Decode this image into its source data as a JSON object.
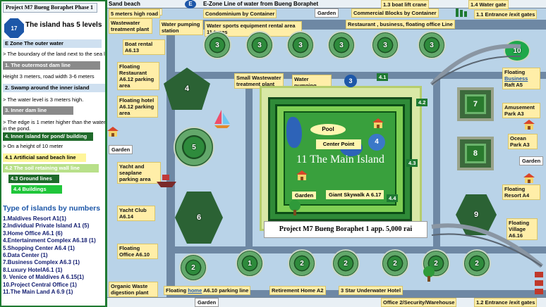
{
  "left_panel": {
    "header": "Project M7 Bueng Boraphet Phase 1",
    "badge_number": "17",
    "levels_title": "The island has 5 levels",
    "items": [
      {
        "text": "E Zone The outer water",
        "style": "blue"
      },
      {
        "text": "> The boundary of the land next to the sea line",
        "style": "plain"
      },
      {
        "text": "1. The outermost dam line",
        "style": "gray"
      },
      {
        "text": "Height 3 meters, road width 3-6 meters",
        "style": "plain"
      },
      {
        "text": "2. Swamp around the inner island",
        "style": "blue"
      },
      {
        "text": "> The water level is 3 meters high.",
        "style": "plain"
      },
      {
        "text": "3. Inner dam line",
        "style": "gray"
      },
      {
        "text": "> The edge is 1 meter higher than the water line",
        "style": "plain"
      },
      {
        "text": "in the pond.",
        "style": "plain"
      },
      {
        "text": "4. Inner island for pond/ building",
        "style": "darkgreen"
      },
      {
        "text": "> On a height of 10 meter",
        "style": "plain"
      },
      {
        "text": "4.1 Artificial sand beach line",
        "style": "yellow"
      },
      {
        "text": "4.2 The soil retaining wall line",
        "style": "lightgreen"
      },
      {
        "text": "4.3 Ground lines",
        "style": "green"
      },
      {
        "text": "4.4 Buildings",
        "style": "brightgreen"
      }
    ],
    "types_title": "Type of islands by numbers",
    "types": [
      "1.Maldives Resort A1(1)",
      "2.Individual Private Island A1 (5)",
      "3.Home Office A6.1 (6)",
      "4.Entertainment Complex A6.18 (1)",
      "5.Shopping Center A6.4 (1)",
      "6.Data Center (1)",
      "7.Business Complex A6.3 (1)",
      "8.Luxury HotelA6.1 (1)",
      "9. Venice of Maldives A 6.15(1)",
      "10.Project Central Office (1)",
      "11.The Main Land A 6.9 (1)"
    ]
  },
  "top_bar": {
    "sand_beach": "Sand beach",
    "e_marker": "E",
    "ezone": "E-Zone Line of water from Bueng Boraphet",
    "boat_lift": "1.3 boat lift crane",
    "water_gate": "1.4 Water gate"
  },
  "labels": {
    "five_m_road": "5 meters high road",
    "condominium": "Condominium by Container",
    "garden_top": "Garden",
    "commercial": "Commercial Blocks by Container",
    "entrance_top": "1.1 Entrance /exit gates",
    "wastewater_top": "Wastewater treatment plant",
    "water_pump_top": "Water pumping station",
    "water_sports": "Water sports equipment rental area 11 types",
    "restaurant_line": "Restaurant , business, floating office Line",
    "boat_rental": "Boat rental A6.13",
    "floating_restaurant": "Floating Restaurant A6.12 parking area",
    "small_wastewater": "Small Wastewater treatment plant",
    "water_pump_mid": "Water pumping station",
    "floating_hotel": "Floating hotel A6.12 parking area",
    "floating_business_pre": "Floating",
    "floating_business_link": "Business",
    "floating_business_post": "Raft A5",
    "amusement": "Amusement Park A3",
    "ocean_park": "Ocean Park A3",
    "garden_left": "Garden",
    "garden_right": "Garden",
    "yacht_seaplane": "Yacht and seaplane parking area",
    "floating_resort": "Floating Resort A4",
    "yacht_club": "Yacht Club A6.14",
    "floating_village": "Floating Village A6.16",
    "floating_office": "Floating Office A6.10",
    "organic_waste": "Organic Waste digestion plant",
    "floating_home_pre": "Floating",
    "floating_home_link": "home",
    "floating_home_post": "A6.10 parking line",
    "retirement": "Retirement Home A2",
    "underwater_hotel": "3 Star Underwater Hotel",
    "garden_bottom": "Garden",
    "office_security": "Office 2/Security/Warehouse",
    "entrance_bottom": "1.2 Entrance /exit gates",
    "pool": "Pool",
    "center_point": "Center Point",
    "main_island": "11 The Main Island",
    "garden_island": "Garden",
    "skywalk": "Giant Skywalk A 6.17",
    "project_banner": "Project M7 Bueng Boraphet 1 app. 5,000 rai",
    "lvl_41": "4.1",
    "lvl_42": "4.2",
    "lvl_43": "4.3",
    "lvl_44": "4.4",
    "marker_3": "3",
    "marker_4": "4"
  },
  "islands": [
    {
      "number": "3"
    },
    {
      "number": "3"
    },
    {
      "number": "3"
    },
    {
      "number": "3"
    },
    {
      "number": "3"
    },
    {
      "number": "3"
    },
    {
      "number": "10"
    },
    {
      "number": "4"
    },
    {
      "number": "5"
    },
    {
      "number": "6"
    },
    {
      "number": "7"
    },
    {
      "number": "8"
    },
    {
      "number": "9"
    },
    {
      "number": "2"
    },
    {
      "number": "1"
    },
    {
      "number": "2"
    },
    {
      "number": "2"
    },
    {
      "number": "2"
    },
    {
      "number": "2"
    },
    {
      "number": "2"
    }
  ],
  "colors": {
    "water": "#b9d3e8",
    "road": "#6e88a4",
    "label_yellow": "#ffeea8",
    "island_green": "#2b6234",
    "accent_blue": "#1d57a8",
    "border_green": "#1f7a32"
  }
}
